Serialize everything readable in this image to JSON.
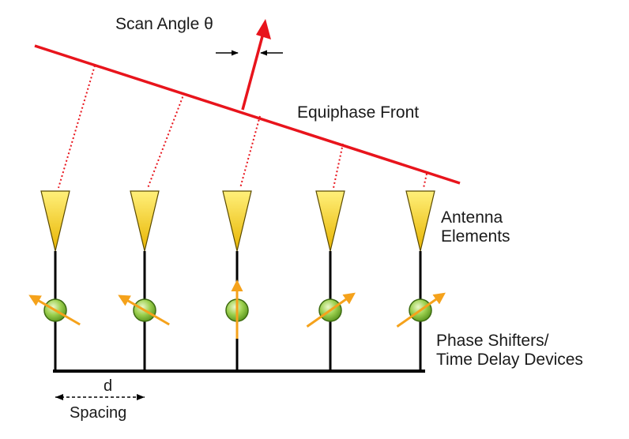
{
  "labels": {
    "scan_angle": "Scan Angle θ",
    "equiphase_front": "Equiphase Front",
    "antenna_line1": "Antenna",
    "antenna_line2": "Elements",
    "phase_line1": "Phase Shifters/",
    "phase_line2": "Time Delay Devices",
    "d": "d",
    "spacing": "Spacing"
  },
  "elements": [
    {
      "id": 1,
      "phase_arrow": "up-left"
    },
    {
      "id": 2,
      "phase_arrow": "up-left"
    },
    {
      "id": 3,
      "phase_arrow": "up"
    },
    {
      "id": 4,
      "phase_arrow": "up-right"
    },
    {
      "id": 5,
      "phase_arrow": "up-right"
    }
  ],
  "colors": {
    "equiphase_front": "#e8141c",
    "scan_arrow": "#e8141c",
    "dotted_rays": "#e8141c",
    "antenna_fill_top": "#fff07a",
    "antenna_fill_bottom": "#e8b400",
    "antenna_stroke": "#5a4a00",
    "phase_shifter_fill": "#9bcf4e",
    "phase_shifter_stroke": "#3d6b10",
    "phase_arrow": "#f5a21b",
    "feed_line": "#000000"
  }
}
